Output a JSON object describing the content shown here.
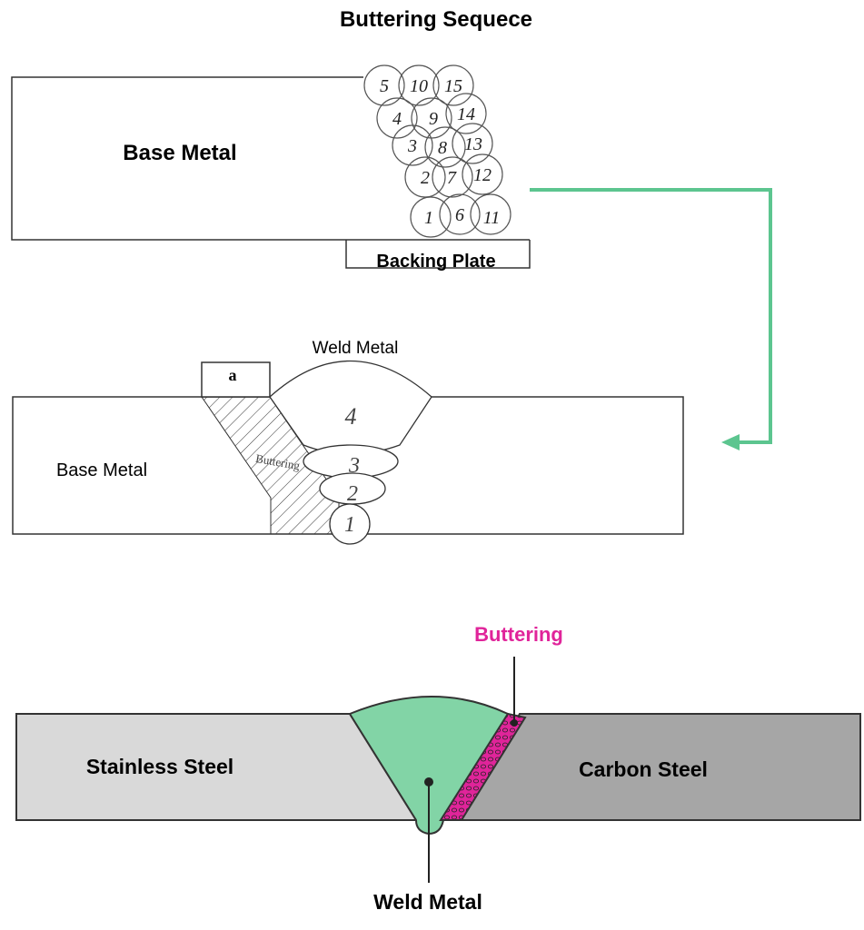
{
  "title": "Buttering Sequece",
  "diagram1": {
    "base_metal_label": "Base Metal",
    "backing_plate_label": "Backing Plate",
    "bead_numbers": [
      "1",
      "2",
      "3",
      "4",
      "5",
      "6",
      "7",
      "8",
      "9",
      "10",
      "11",
      "12",
      "13",
      "14",
      "15"
    ]
  },
  "diagram2": {
    "base_metal_label": "Base Metal",
    "weld_metal_label": "Weld Metal",
    "buttering_label": "Buttering",
    "a_label": "a",
    "pass_numbers": [
      "1",
      "2",
      "3",
      "4"
    ]
  },
  "diagram3": {
    "buttering_label": "Buttering",
    "stainless_label": "Stainless Steel",
    "carbon_label": "Carbon Steel",
    "weld_metal_label": "Weld Metal"
  },
  "colors": {
    "arrow": "#5cc58f",
    "weld_fill": "#82d4a6",
    "buttering": "#e0249a",
    "stainless": "#d9d9d9",
    "carbon": "#a6a6a6"
  }
}
